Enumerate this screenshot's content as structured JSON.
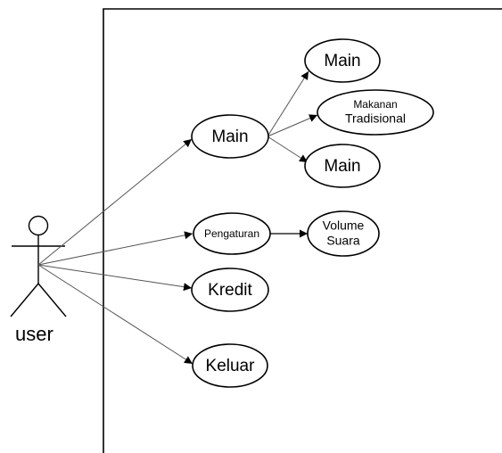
{
  "actor": {
    "name": "user"
  },
  "use_cases": {
    "main": "Main",
    "pengaturan": "Pengaturan",
    "kredit": "Kredit",
    "keluar": "Keluar",
    "main_top": "Main",
    "makanan_line1": "Makanan",
    "makanan_line2": "Tradisional",
    "main_bottom": "Main",
    "volume_line1": "Volume",
    "volume_line2": "Suara"
  }
}
